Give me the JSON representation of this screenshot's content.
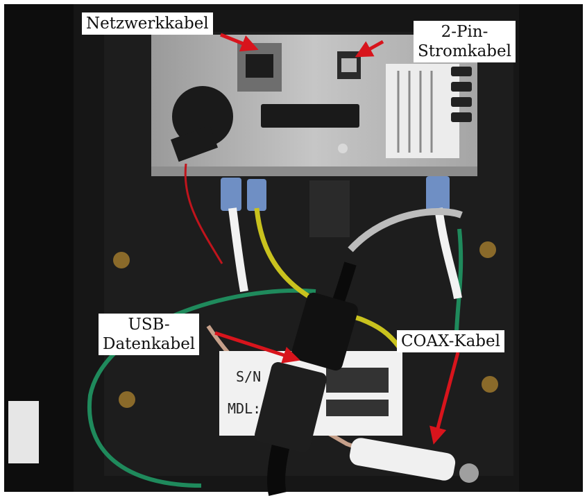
{
  "callouts": {
    "network": "Netzwerkkabel",
    "pin_line1": "2-Pin-",
    "pin_line2": "Stromkabel",
    "usb_line1": "USB-",
    "usb_line2": "Datenkabel",
    "coax": "COAX-Kabel"
  },
  "label_sticker": {
    "sn": "S/N",
    "mdl": "MDL:"
  },
  "colors": {
    "arrow": "#d8141c",
    "cable_green": "#1f8a5c",
    "cable_yellow": "#d2c31e",
    "panel": "#b9b9b9",
    "housing": "#131313"
  }
}
